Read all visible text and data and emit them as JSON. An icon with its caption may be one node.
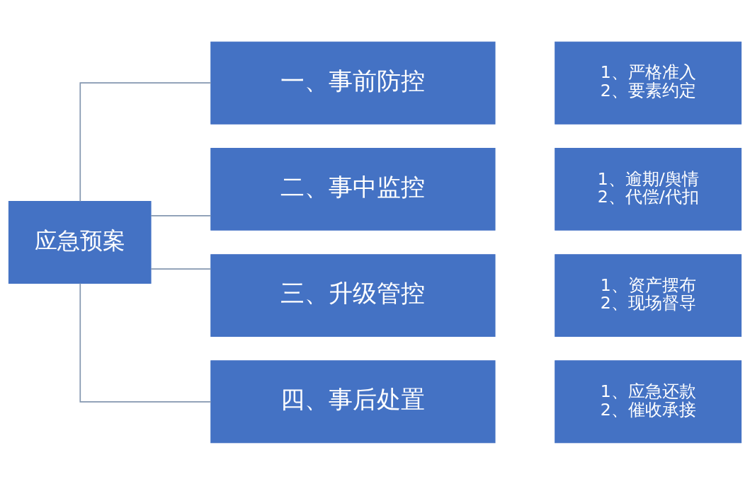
{
  "diagram": {
    "nodes": [
      {
        "text": [
          "应急预案"
        ]
      },
      {
        "text": [
          "一、事前防控"
        ]
      },
      {
        "text": [
          "1、严格准入",
          "2、要素约定"
        ]
      },
      {
        "text": [
          "二、事中监控"
        ]
      },
      {
        "text": [
          "1、逾期/舆情",
          "2、代偿/代扣"
        ]
      },
      {
        "text": [
          "三、升级管控"
        ]
      },
      {
        "text": [
          "1、资产摆布",
          "2、现场督导"
        ]
      },
      {
        "text": [
          "四、事后处置"
        ]
      },
      {
        "text": [
          "1、应急还款",
          "2、催收承接"
        ]
      }
    ],
    "edges": [
      {
        "from": 0,
        "to": 1,
        "arrow": "none"
      },
      {
        "from": 0,
        "to": 3,
        "arrow": "none"
      },
      {
        "from": 0,
        "to": 5,
        "arrow": "none"
      },
      {
        "from": 0,
        "to": 7,
        "arrow": "none"
      }
    ]
  }
}
